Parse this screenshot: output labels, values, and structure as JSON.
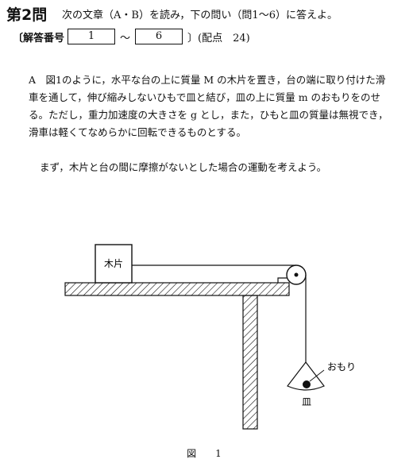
{
  "header": {
    "question_number": "第2問",
    "instruction": "次の文章（A・B）を読み，下の問い（問1〜6）に答えよ。",
    "answer_label": "〔解答番号",
    "answer_start": "1",
    "answer_tilde": "〜",
    "answer_end": "6",
    "score_text": "〕(配点　24)"
  },
  "body": {
    "paragraph_1": "A　図1のように，水平な台の上に質量 M の木片を置き，台の端に取り付けた滑車を通して，伸び縮みしないひもで皿と結び，皿の上に質量 m のおもりをのせる。ただし，重力加速度の大きさを g とし，また，ひもと皿の質量は無視でき，滑車は軽くてなめらかに回転できるものとする。",
    "paragraph_2": "まず，木片と台の間に摩擦がないとした場合の運動を考えよう。"
  },
  "figure": {
    "block_label": "木片",
    "weight_label": "おもり",
    "pan_label": "皿",
    "caption": "図　1"
  }
}
